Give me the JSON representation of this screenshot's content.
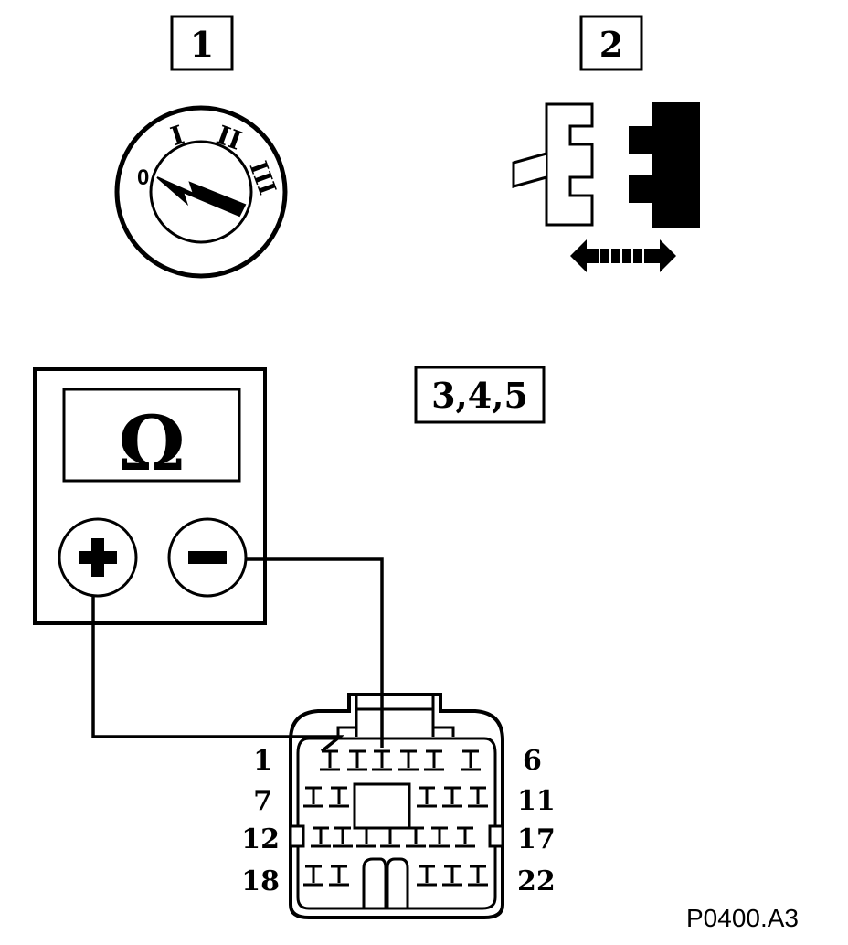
{
  "steps": {
    "step1_label": "1",
    "step2_label": "2",
    "step345_label": "3,4,5"
  },
  "ignition_switch": {
    "pos_0": "0",
    "pos_1": "I",
    "pos_2": "II",
    "pos_3": "III"
  },
  "ohmmeter": {
    "display_symbol": "Ω",
    "plus_symbol": "+",
    "minus_symbol": "−"
  },
  "connector": {
    "row1_left": "1",
    "row1_right": "6",
    "row2_left": "7",
    "row2_right": "11",
    "row3_left": "12",
    "row3_right": "17",
    "row4_left": "18",
    "row4_right": "22"
  },
  "reference": "P0400.A3"
}
